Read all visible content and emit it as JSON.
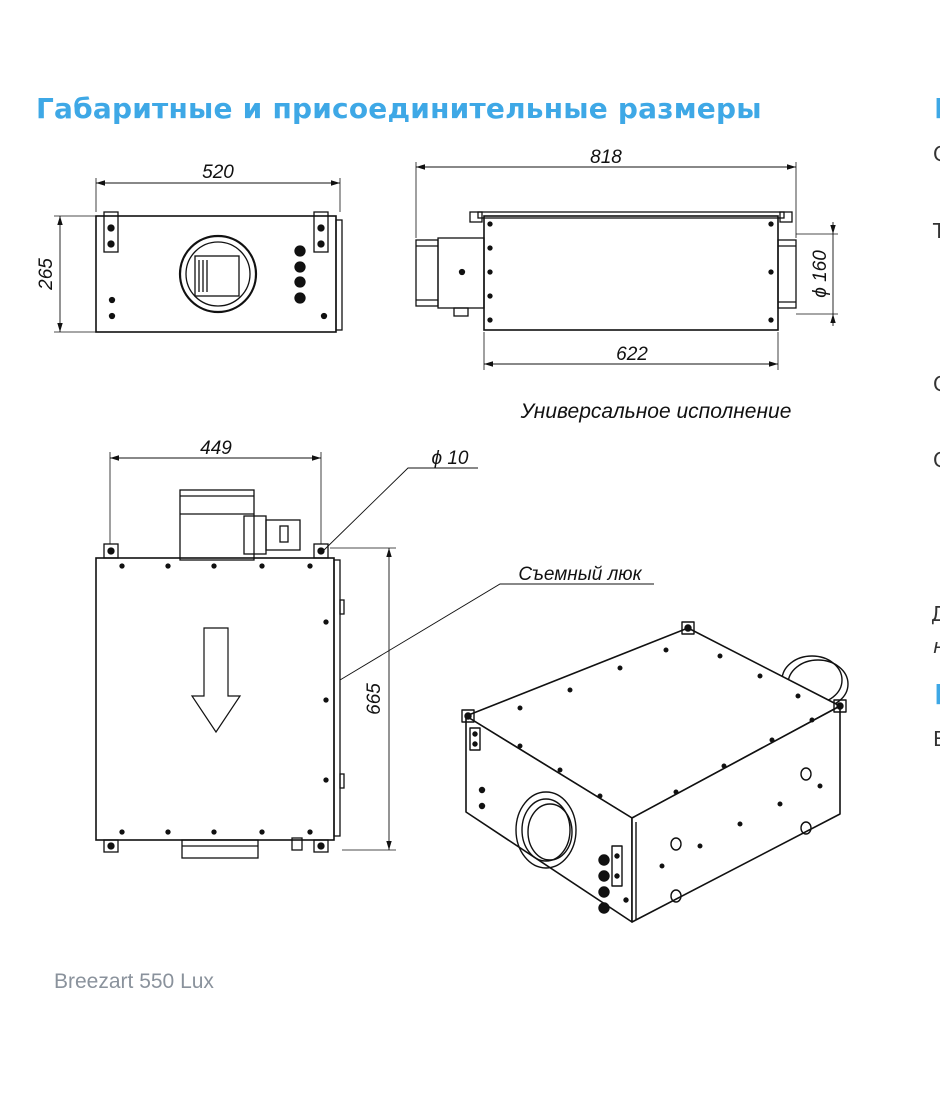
{
  "page": {
    "title": "Габаритные и присоединительные размеры",
    "footer": "Breezart 550 Lux"
  },
  "drawing": {
    "front_view": {
      "width": "520",
      "height": "265"
    },
    "side_view": {
      "length": "818",
      "body_length": "622",
      "duct_diameter": "ϕ 160",
      "caption": "Универсальное исполнение"
    },
    "top_view": {
      "width": "449",
      "length": "665",
      "hole_diameter": "ϕ 10",
      "hatch_label": "Съемный люк"
    }
  },
  "cropped_next_column": [
    {
      "text": "I",
      "style": "head"
    },
    {
      "text": "C",
      "style": "txt"
    },
    {
      "text": "T",
      "style": "txt"
    },
    {
      "text": "C",
      "style": "txt"
    },
    {
      "text": "C",
      "style": "txt"
    },
    {
      "text": "Д",
      "style": "txt"
    },
    {
      "text": "н",
      "style": "txt it"
    },
    {
      "text": "I",
      "style": "head"
    },
    {
      "text": "B",
      "style": "txt"
    }
  ]
}
